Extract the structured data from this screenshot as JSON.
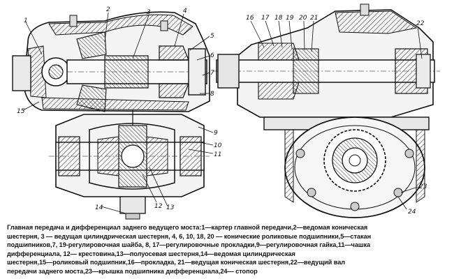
{
  "labels_left": [
    "1",
    "2",
    "3",
    "4",
    "5",
    "6",
    "7",
    "8",
    "9",
    "10",
    "11",
    "12",
    "13",
    "14",
    "15"
  ],
  "labels_right": [
    "16",
    "17",
    "18",
    "19",
    "20",
    "21",
    "22",
    "23",
    "24"
  ],
  "caption_lines": [
    "Главная передача и дифференциал заднего ведущего моста:1—картер главной передачи,2—ведомая коническая",
    "шестерня, 3 — ведущая цилиндрическая шестерня, 4, 6, 10, 18, 20 — конические роликовые подшипники,5—стакан",
    "подшипников,7, 19-регулировочная шайба, 8, 17—регулировочные прокладки,9—регулировочная гайка,11—чашка",
    "дифференциала, 12— крестовина,13—полуосевая шестерня,14—ведомая цилиндрическая",
    "шестерня,15—роликовый подшипник,16—прокладка, 21—ведущая коническая шестерня,22—ведущий вал",
    "передачи заднего моста,23—крышка подшипника дифференциала,24— стопор"
  ]
}
